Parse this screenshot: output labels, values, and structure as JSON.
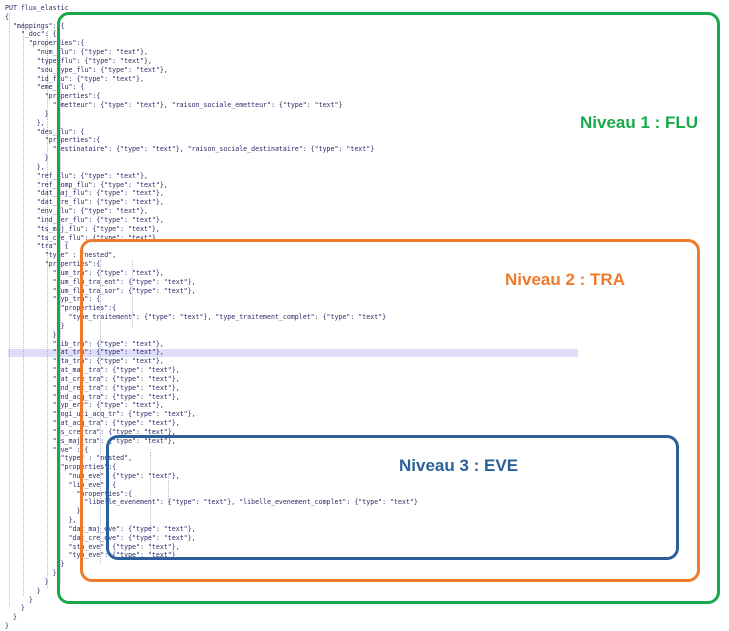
{
  "code": {
    "lines": [
      "PUT flux_elastic",
      "{",
      "  \"mappings\": {",
      "    \"_doc\": {",
      "      \"properties\":{",
      "        \"num_flu\": {\"type\": \"text\"},",
      "        \"type_flu\": {\"type\": \"text\"},",
      "        \"sou_type_flu\": {\"type\": \"text\"},",
      "        \"id_flu\": {\"type\": \"text\"},",
      "        \"eme_flu\": {",
      "          \"properties\":{",
      "            \"emetteur\": {\"type\": \"text\"}, \"raison_sociale_emetteur\": {\"type\": \"text\"}",
      "          }",
      "        },",
      "        \"des_flu\": {",
      "          \"properties\":{",
      "            \"destinataire\": {\"type\": \"text\"}, \"raison_sociale_destinataire\": {\"type\": \"text\"}",
      "          }",
      "        },",
      "        \"ref_flu\": {\"type\": \"text\"},",
      "        \"ref_comp_flu\": {\"type\": \"text\"},",
      "        \"dat_maj_flu\": {\"type\": \"text\"},",
      "        \"dat_cre_flu\": {\"type\": \"text\"},",
      "        \"env_flu\": {\"type\": \"text\"},",
      "        \"ind_ter_flu\": {\"type\": \"text\"},",
      "        \"ts_maj_flu\": {\"type\": \"text\"},",
      "        \"ts_cre_flu\": {\"type\": \"text\"},",
      "        \"tra\": {",
      "          \"type\" : \"nested\",",
      "          \"properties\":{",
      "            \"num_tra\": {\"type\": \"text\"},",
      "            \"num_flu_tra_ent\": {\"type\": \"text\"},",
      "            \"num_flu_tra_sor\": {\"type\": \"text\"},",
      "            \"typ_tra\": {",
      "              \"properties\":{",
      "                \"type_traitement\": {\"type\": \"text\"}, \"type_traitement_complet\": {\"type\": \"text\"}",
      "              }",
      "            },",
      "            \"lib_tra\": {\"type\": \"text\"},",
      "            \"dat_tra\": {\"type\": \"text\"},",
      "            \"sta_tra\": {\"type\": \"text\"},",
      "            \"dat_maj_tra\": {\"type\": \"text\"},",
      "            \"dat_cre_tra\": {\"type\": \"text\"},",
      "            \"ind_ret_tra\": {\"type\": \"text\"},",
      "            \"ind_acq_tra\": {\"type\": \"text\"},",
      "            \"typ_err\": {\"type\": \"text\"},",
      "            \"logi_uti_acq_tr\": {\"type\": \"text\"},",
      "            \"dat_acq_tra\": {\"type\": \"text\"},",
      "            \"ts_cre_tra\": {\"type\": \"text\"},",
      "            \"ts_maj_tra\": {\"type\": \"text\"},",
      "            \"eve\" : {",
      "              \"type\" : \"nested\",",
      "              \"properties\":{",
      "                \"num_eve\": {\"type\": \"text\"},",
      "                \"lib_eve\": {",
      "                  \"properties\":{",
      "                    \"libelle_evenement\": {\"type\": \"text\"}, \"libelle_evenement_complet\": {\"type\": \"text\"}",
      "                  }",
      "                },",
      "                \"dat_maj_eve\": {\"type\": \"text\"},",
      "                \"dat_cre_eve\": {\"type\": \"text\"},",
      "                \"sta_eve\": {\"type\": \"text\"},",
      "                \"typ_eve\": {\"type\": \"text\"}",
      "              }",
      "            }",
      "          }",
      "        }",
      "      }",
      "    }",
      "  }",
      "}"
    ]
  },
  "annotations": {
    "flu": "Niveau 1 : FLU",
    "tra": "Niveau 2 : TRA",
    "eve": "Niveau 3 : EVE"
  },
  "colors": {
    "flu": "#1aa84a",
    "tra": "#ee7a2a",
    "eve": "#2c5f9a",
    "highlight": "#d8d8f8"
  }
}
